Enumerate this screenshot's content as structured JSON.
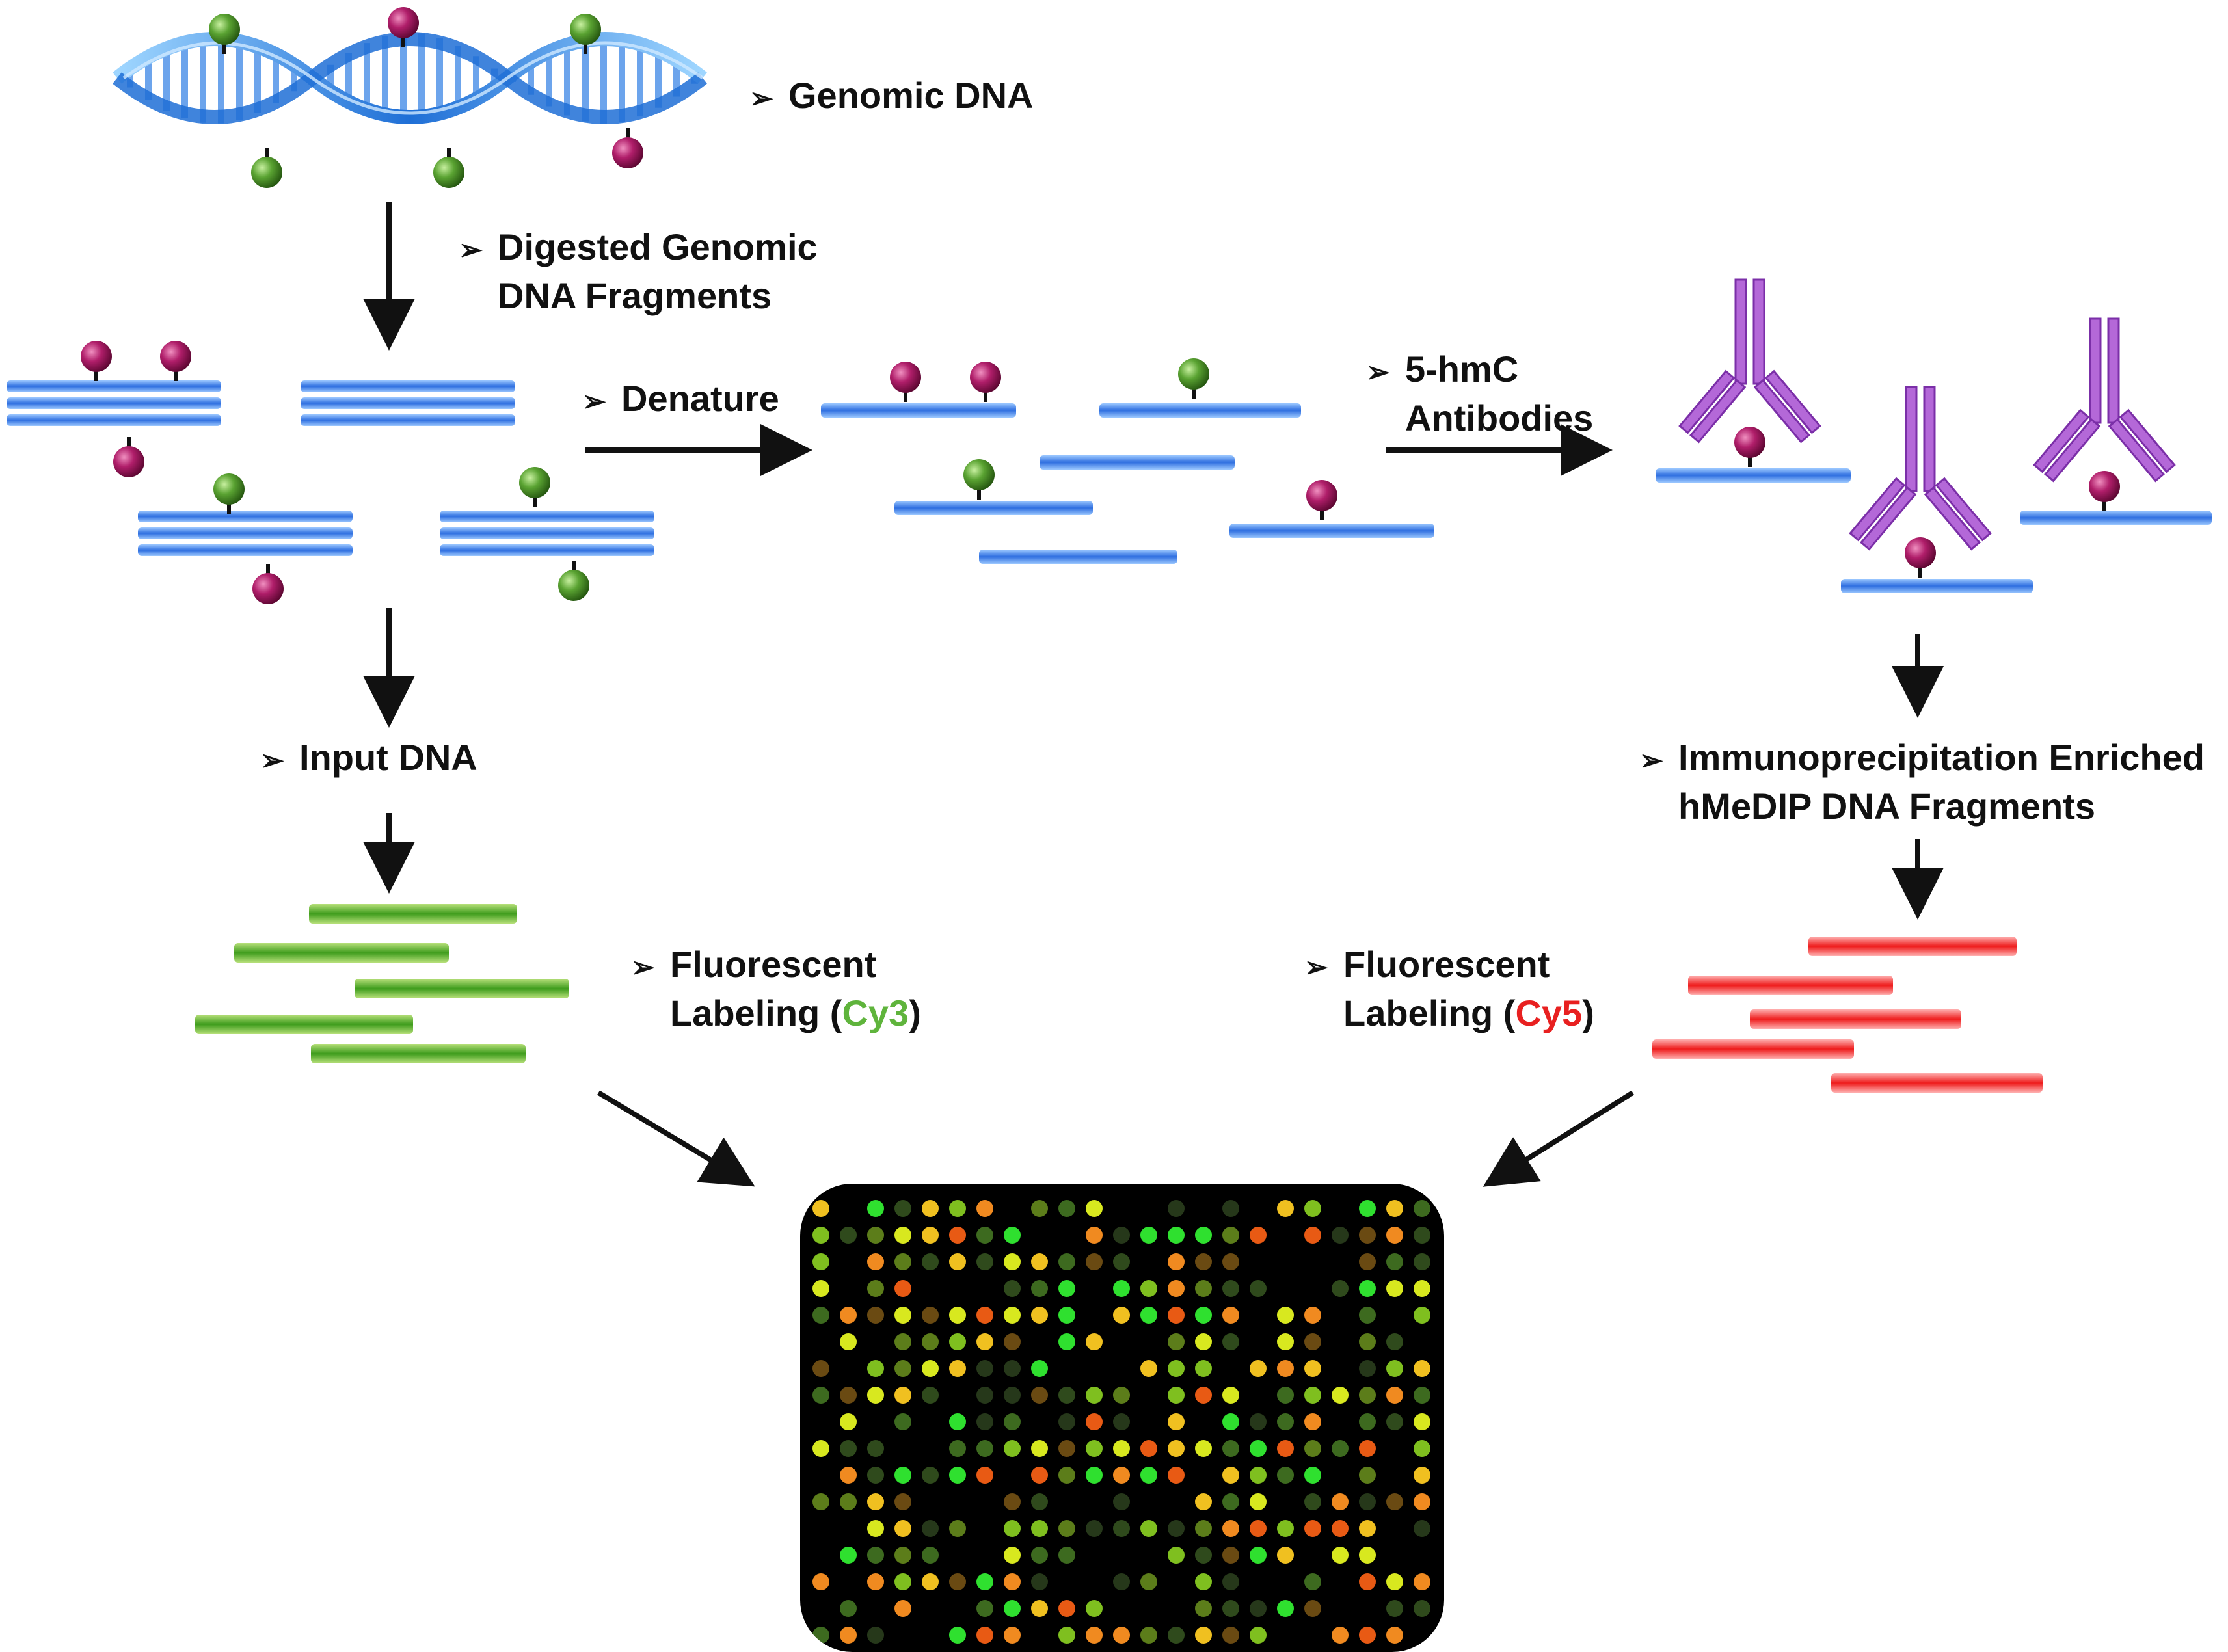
{
  "labels": {
    "genomic": "Genomic DNA",
    "digested_1": "Digested Genomic",
    "digested_2": "DNA Fragments",
    "denature": "Denature",
    "antibodies_1": "5-hmC",
    "antibodies_2": "Antibodies",
    "input": "Input DNA",
    "ip_1": "Immunoprecipitation Enriched",
    "ip_2": "hMeDIP DNA Fragments",
    "fl_left_1": "Fluorescent",
    "fl_left_2": "Labeling (",
    "fl_left_dye": "Cy3",
    "fl_left_close": ")",
    "fl_right_1": "Fluorescent",
    "fl_right_2": "Labeling (",
    "fl_right_dye": "Cy5",
    "fl_right_close": ")"
  },
  "bullet_glyph": "➢",
  "colors": {
    "dna_blue": "#3a7fe0",
    "methyl_magenta": "#a0175c",
    "methyl_green": "#4f9a2e",
    "antibody_purple": "#b468d8",
    "cy3_green": "#5fb43c",
    "cy5_red": "#e82020",
    "array_background": "#000000"
  },
  "icons": [
    "dna-helix-icon",
    "methyl-mark-icon",
    "antibody-icon",
    "microarray-chip-icon",
    "arrow-icon"
  ]
}
